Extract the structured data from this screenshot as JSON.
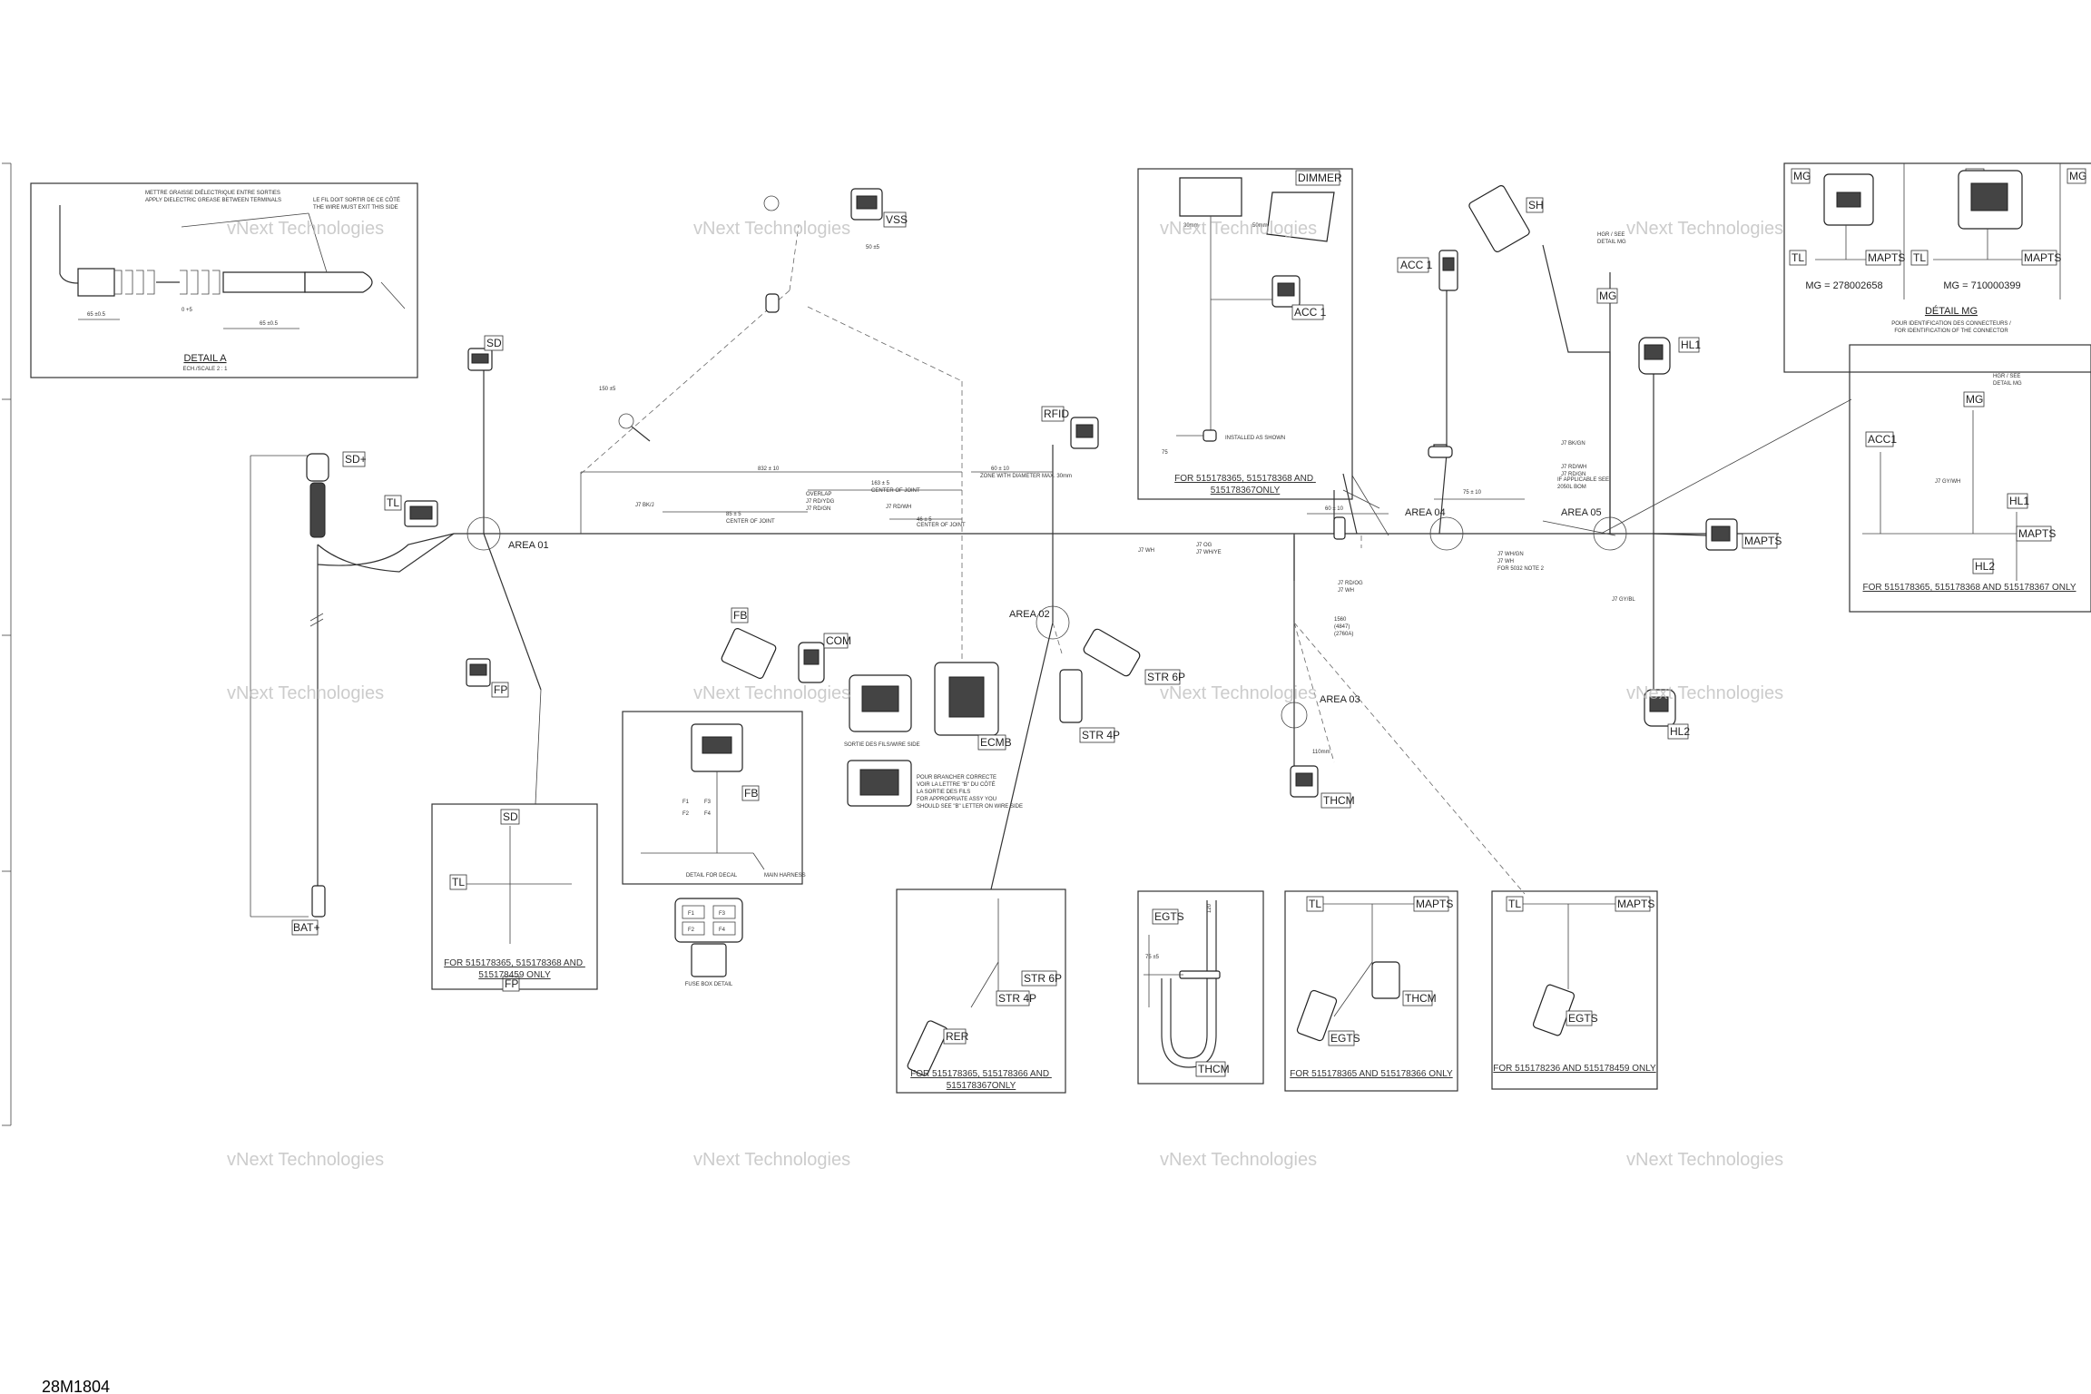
{
  "drawing_code": "28M1804",
  "watermark": "vNext Technologies",
  "detail_a": {
    "title": "DETAIL A",
    "scale": "ECH./SCALE 2 : 1"
  },
  "areas": [
    "AREA 01",
    "AREA 02",
    "AREA 03",
    "AREA 04",
    "AREA 05"
  ],
  "connectors": {
    "sd": "SD",
    "sd_plus": "SD+",
    "tl": "TL",
    "bat_plus": "BAT+",
    "fp": "FP",
    "vss": "VSS",
    "rfid": "RFID",
    "dimmer": "DIMMER",
    "acc1": "ACC 1",
    "sh": "SH",
    "mg": "MG",
    "hl1": "HL1",
    "hl2": "HL2",
    "mapts": "MAPTS",
    "fb": "FB",
    "com": "COM",
    "ecm": "ECMB",
    "str6p": "STR 6P",
    "str4p": "STR 4P",
    "thcm": "THCM",
    "rer": "RER",
    "egts": "EGTS",
    "acc1b": "ACC1"
  },
  "notes": {
    "sd_box": "FOR 515178365, 515178368 AND 515178459 ONLY",
    "dimmer_box": "FOR 515178365, 515178368 AND 515178367ONLY",
    "str_box": "FOR 515178365, 515178366 AND 515178367ONLY",
    "thcm_egts_box": "FOR 515178365 AND 515178366 ONLY",
    "egts_box": "FOR 515178236 AND 515178459 ONLY",
    "hl_box": "FOR 515178365, 515178368 AND 515178367 ONLY",
    "fb_detail": "DETAIL FOR DECAL",
    "fuse_box": "FUSE BOX DETAIL",
    "main_harness": "MAIN HARNESS",
    "mg_detail": "DÉTAIL MG",
    "mg1": "MG = 278002658",
    "mg2": "MG = 710000399"
  },
  "fuses": [
    "F1",
    "F3",
    "F2",
    "F4"
  ]
}
